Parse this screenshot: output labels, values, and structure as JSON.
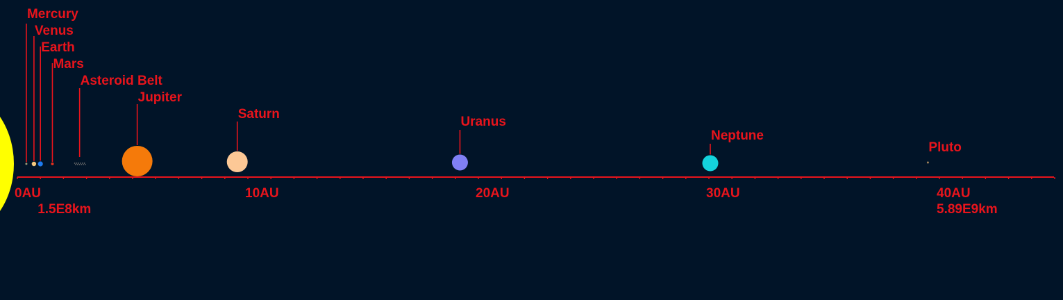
{
  "diagram": {
    "background_color": "#011428",
    "accent_color": "#e8141c",
    "sun_color": "#ffff00",
    "bodies": [
      {
        "name": "Mercury",
        "au": 0.39,
        "color": "#9c9c7a"
      },
      {
        "name": "Venus",
        "au": 0.72,
        "color": "#f5c87d"
      },
      {
        "name": "Earth",
        "au": 1.0,
        "color": "#1e7cf0"
      },
      {
        "name": "Mars",
        "au": 1.52,
        "color": "#e0301e"
      },
      {
        "name": "Asteroid Belt",
        "au": 2.7,
        "color": "#6e6e6e"
      },
      {
        "name": "Jupiter",
        "au": 5.2,
        "color": "#f57a0a"
      },
      {
        "name": "Saturn",
        "au": 9.54,
        "color": "#fcc896"
      },
      {
        "name": "Uranus",
        "au": 19.2,
        "color": "#8080f5"
      },
      {
        "name": "Neptune",
        "au": 30.06,
        "color": "#14d2dc"
      },
      {
        "name": "Pluto",
        "au": 39.5,
        "color": "#a0825a"
      }
    ],
    "axis": {
      "min_au": 0,
      "max_au": 45,
      "minor_tick_au": 1,
      "major_labels": [
        {
          "au": 0,
          "text": "0AU"
        },
        {
          "au": 10,
          "text": "10AU"
        },
        {
          "au": 20,
          "text": "20AU"
        },
        {
          "au": 30,
          "text": "30AU"
        },
        {
          "au": 40,
          "text": "40AU"
        }
      ],
      "distance_labels": [
        {
          "au": 1,
          "text": "1.5E8km"
        },
        {
          "au": 40,
          "text": "5.89E9km"
        }
      ]
    }
  }
}
